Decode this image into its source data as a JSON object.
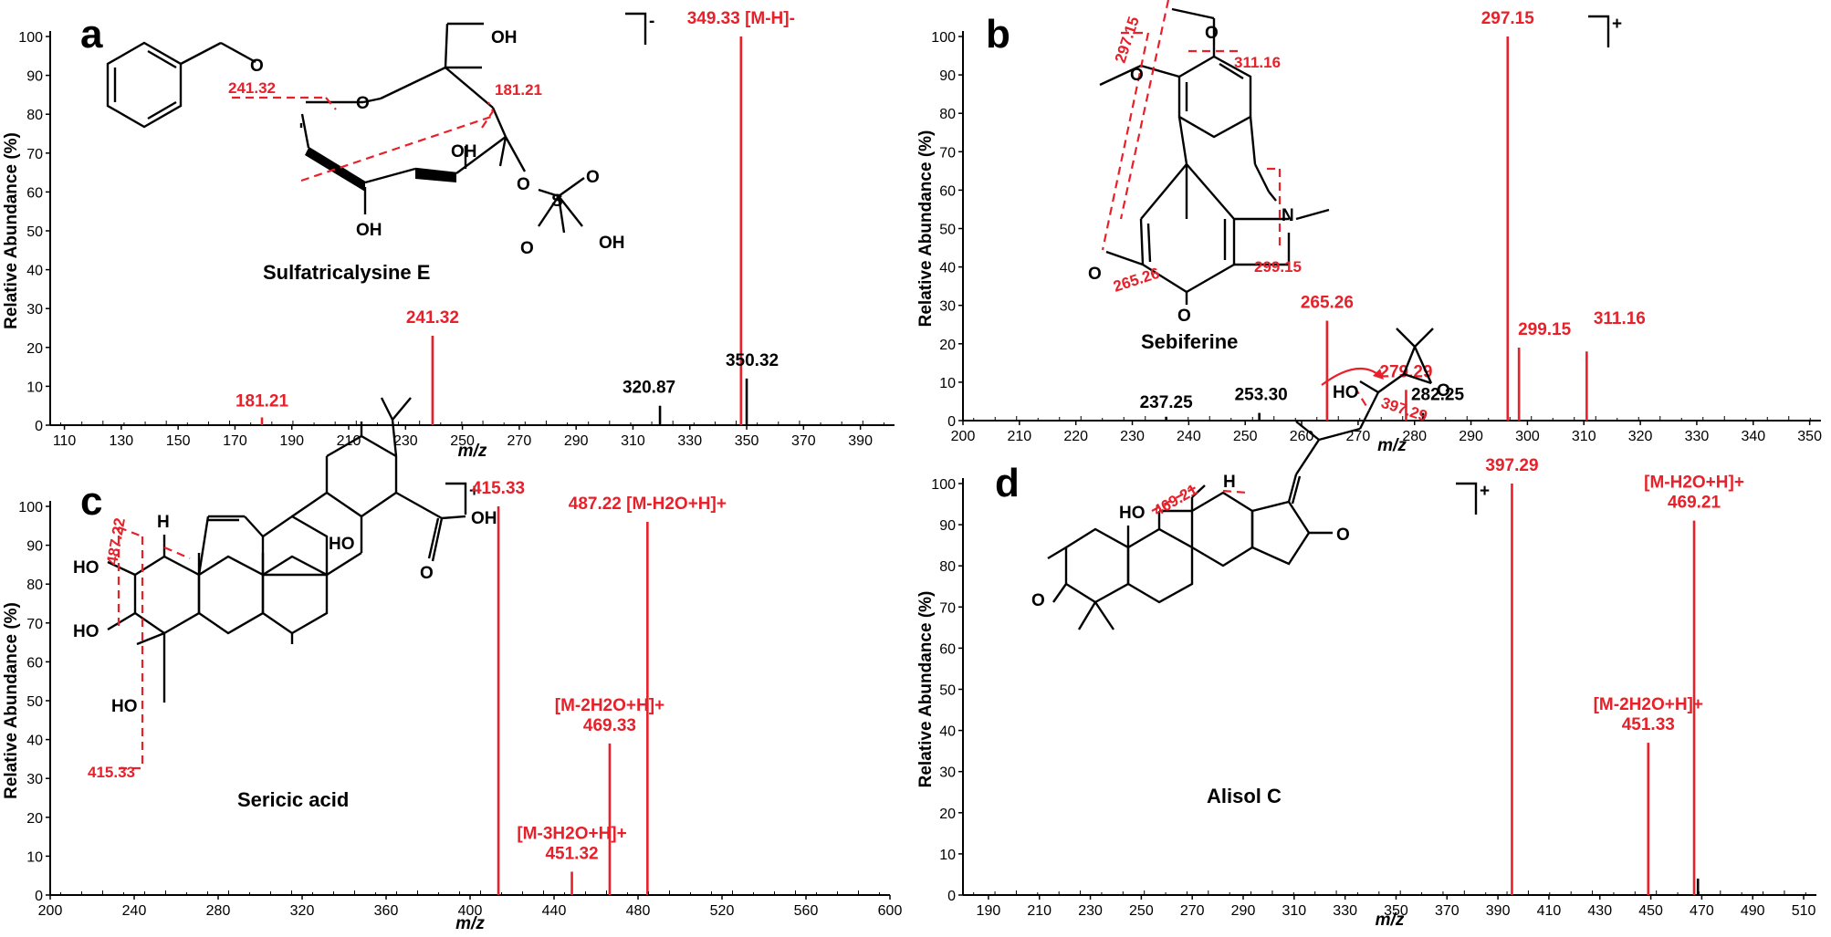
{
  "chart_data": [
    {
      "type": "bar",
      "panel_label": "a",
      "charge": "-",
      "compound": "Sulfatricalysine E",
      "xlabel": "m/z",
      "ylabel": "Relative Abundance (%)",
      "xlim": [
        105,
        402
      ],
      "ylim": [
        0,
        100
      ],
      "xticks": [
        110,
        130,
        150,
        170,
        190,
        210,
        230,
        250,
        270,
        290,
        310,
        330,
        350,
        370,
        390
      ],
      "yticks": [
        0,
        10,
        20,
        30,
        40,
        50,
        60,
        70,
        80,
        90,
        100
      ],
      "peaks": [
        {
          "mz": 179.5,
          "abundance": 2,
          "label": "181.21",
          "color": "#e8202a"
        },
        {
          "mz": 239.5,
          "abundance": 23,
          "label": "241.32",
          "color": "#e8202a"
        },
        {
          "mz": 319.5,
          "abundance": 5,
          "label": "320.87",
          "color": "#000000"
        },
        {
          "mz": 348.0,
          "abundance": 100,
          "label": "349.33 [M-H]-",
          "color": "#e8202a"
        },
        {
          "mz": 350.0,
          "abundance": 12,
          "label": "350.32",
          "color": "#000000"
        }
      ],
      "atoms": [
        "OH",
        "O",
        "O",
        "OH",
        "OH",
        "O",
        "S",
        "O",
        "O",
        "OH"
      ],
      "fragment_labels": [
        "241.32",
        "181.21"
      ]
    },
    {
      "type": "bar",
      "panel_label": "b",
      "charge": "+",
      "compound": "Sebiferine",
      "xlabel": "m/z",
      "ylabel": "Relative Abundance (%)",
      "xlim": [
        200,
        352
      ],
      "ylim": [
        0,
        100
      ],
      "xticks": [
        200,
        210,
        220,
        230,
        240,
        250,
        260,
        270,
        280,
        290,
        300,
        310,
        320,
        330,
        340,
        350
      ],
      "yticks": [
        0,
        10,
        20,
        30,
        40,
        50,
        60,
        70,
        80,
        90,
        100
      ],
      "peaks": [
        {
          "mz": 236.0,
          "abundance": 1,
          "label": "237.25",
          "color": "#000000"
        },
        {
          "mz": 252.5,
          "abundance": 2,
          "label": "253.30",
          "color": "#000000"
        },
        {
          "mz": 264.5,
          "abundance": 26,
          "label": "265.26",
          "color": "#e8202a"
        },
        {
          "mz": 278.5,
          "abundance": 8,
          "label": "279.29",
          "color": "#e8202a"
        },
        {
          "mz": 281.5,
          "abundance": 2,
          "label": "282.25",
          "color": "#000000"
        },
        {
          "mz": 296.5,
          "abundance": 100,
          "label": "297.15",
          "color": "#e8202a"
        },
        {
          "mz": 298.5,
          "abundance": 19,
          "label": "299.15",
          "color": "#e8202a"
        },
        {
          "mz": 310.5,
          "abundance": 18,
          "label": "311.16",
          "color": "#e8202a"
        }
      ],
      "atoms": [
        "O",
        "O",
        "N",
        "O",
        "O"
      ],
      "fragment_labels": [
        "297.15",
        "311.16",
        "265.26",
        "299.15"
      ]
    },
    {
      "type": "bar",
      "panel_label": "c",
      "charge": "+",
      "compound": "Sericic acid",
      "xlabel": "m/z",
      "ylabel": "Relative Abundance (%)",
      "xlim": [
        200,
        600
      ],
      "ylim": [
        0,
        100
      ],
      "xticks": [
        200,
        240,
        280,
        320,
        360,
        400,
        440,
        480,
        520,
        560,
        600
      ],
      "yticks": [
        0,
        10,
        20,
        30,
        40,
        50,
        60,
        70,
        80,
        90,
        100
      ],
      "peaks": [
        {
          "mz": 413.5,
          "abundance": 100,
          "label": "415.33",
          "color": "#e8202a"
        },
        {
          "mz": 448.5,
          "abundance": 6,
          "label": "[M-3H2O+H]+\n451.32",
          "color": "#e8202a"
        },
        {
          "mz": 466.5,
          "abundance": 39,
          "label": "[M-2H2O+H]+\n469.33",
          "color": "#e8202a"
        },
        {
          "mz": 484.5,
          "abundance": 96,
          "label": "487.22 [M-H2O+H]+",
          "color": "#e8202a"
        }
      ],
      "atoms": [
        "HO",
        "OH",
        "H",
        "HO",
        "HO",
        "HO",
        "O"
      ],
      "fragment_labels": [
        "487.22",
        "415.33"
      ]
    },
    {
      "type": "bar",
      "panel_label": "d",
      "charge": "+",
      "compound": "Alisol C",
      "xlabel": "m/z",
      "ylabel": "Relative Abundance (%)",
      "xlim": [
        180,
        515
      ],
      "ylim": [
        0,
        100
      ],
      "xticks": [
        190,
        210,
        230,
        250,
        270,
        290,
        310,
        330,
        350,
        370,
        390,
        410,
        430,
        450,
        470,
        490,
        510
      ],
      "yticks": [
        0,
        10,
        20,
        30,
        40,
        50,
        60,
        70,
        80,
        90,
        100
      ],
      "peaks": [
        {
          "mz": 395.5,
          "abundance": 100,
          "label": "397.29",
          "color": "#e8202a"
        },
        {
          "mz": 449.0,
          "abundance": 37,
          "label": "[M-2H2O+H]+\n451.33",
          "color": "#e8202a"
        },
        {
          "mz": 467.0,
          "abundance": 91,
          "label": "[M-H2O+H]+\n469.21",
          "color": "#e8202a"
        },
        {
          "mz": 468.5,
          "abundance": 4,
          "label": "",
          "color": "#000000"
        }
      ],
      "atoms": [
        "HO",
        "O",
        "H",
        "HO",
        "O",
        "O"
      ],
      "fragment_labels": [
        "469.21",
        "397.29"
      ]
    }
  ]
}
